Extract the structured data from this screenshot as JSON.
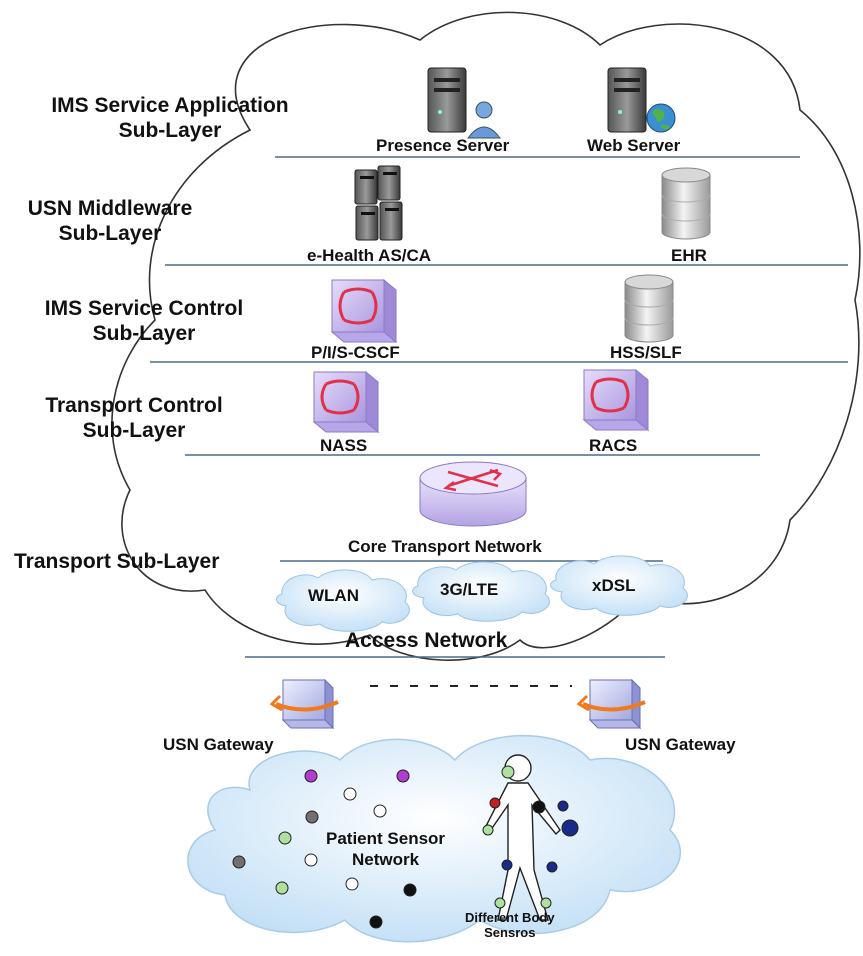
{
  "layers": [
    {
      "id": "ims-service-application",
      "line1": "IMS Service Application",
      "line2": "Sub-Layer"
    },
    {
      "id": "usn-middleware",
      "line1": "USN Middleware",
      "line2": "Sub-Layer"
    },
    {
      "id": "ims-service-control",
      "line1": "IMS Service Control",
      "line2": "Sub-Layer"
    },
    {
      "id": "transport-control",
      "line1": "Transport Control",
      "line2": "Sub-Layer"
    },
    {
      "id": "transport",
      "line1": "Transport Sub-Layer"
    }
  ],
  "nodes": {
    "presence_server": "Presence Server",
    "web_server": "Web Server",
    "ehealth": "e-Health AS/CA",
    "ehr": "EHR",
    "cscf": "P/I/S-CSCF",
    "hss": "HSS/SLF",
    "nass": "NASS",
    "racs": "RACS",
    "core": "Core Transport Network",
    "wlan": "WLAN",
    "lte": "3G/LTE",
    "xdsl": "xDSL",
    "access": "Access Network",
    "gateway_left": "USN Gateway",
    "gateway_right": "USN Gateway",
    "patient_line1": "Patient Sensor",
    "patient_line2": "Network",
    "body_line1": "Different Body",
    "body_line2": "Sensros"
  },
  "icons": {
    "server": "server-icon",
    "database": "database-icon",
    "control": "control-function-icon",
    "router": "router-icon",
    "gateway": "gateway-icon",
    "sensor": "sensor-node-icon",
    "person": "person-figure-icon"
  },
  "colors": {
    "cloud_outline": "#333333",
    "divider": "#4a6a8a",
    "cloud_fill": "#cfe6f8",
    "control_box": "#c9b8ee",
    "control_arrow": "#e0304a",
    "gateway_orange": "#f07a20"
  }
}
